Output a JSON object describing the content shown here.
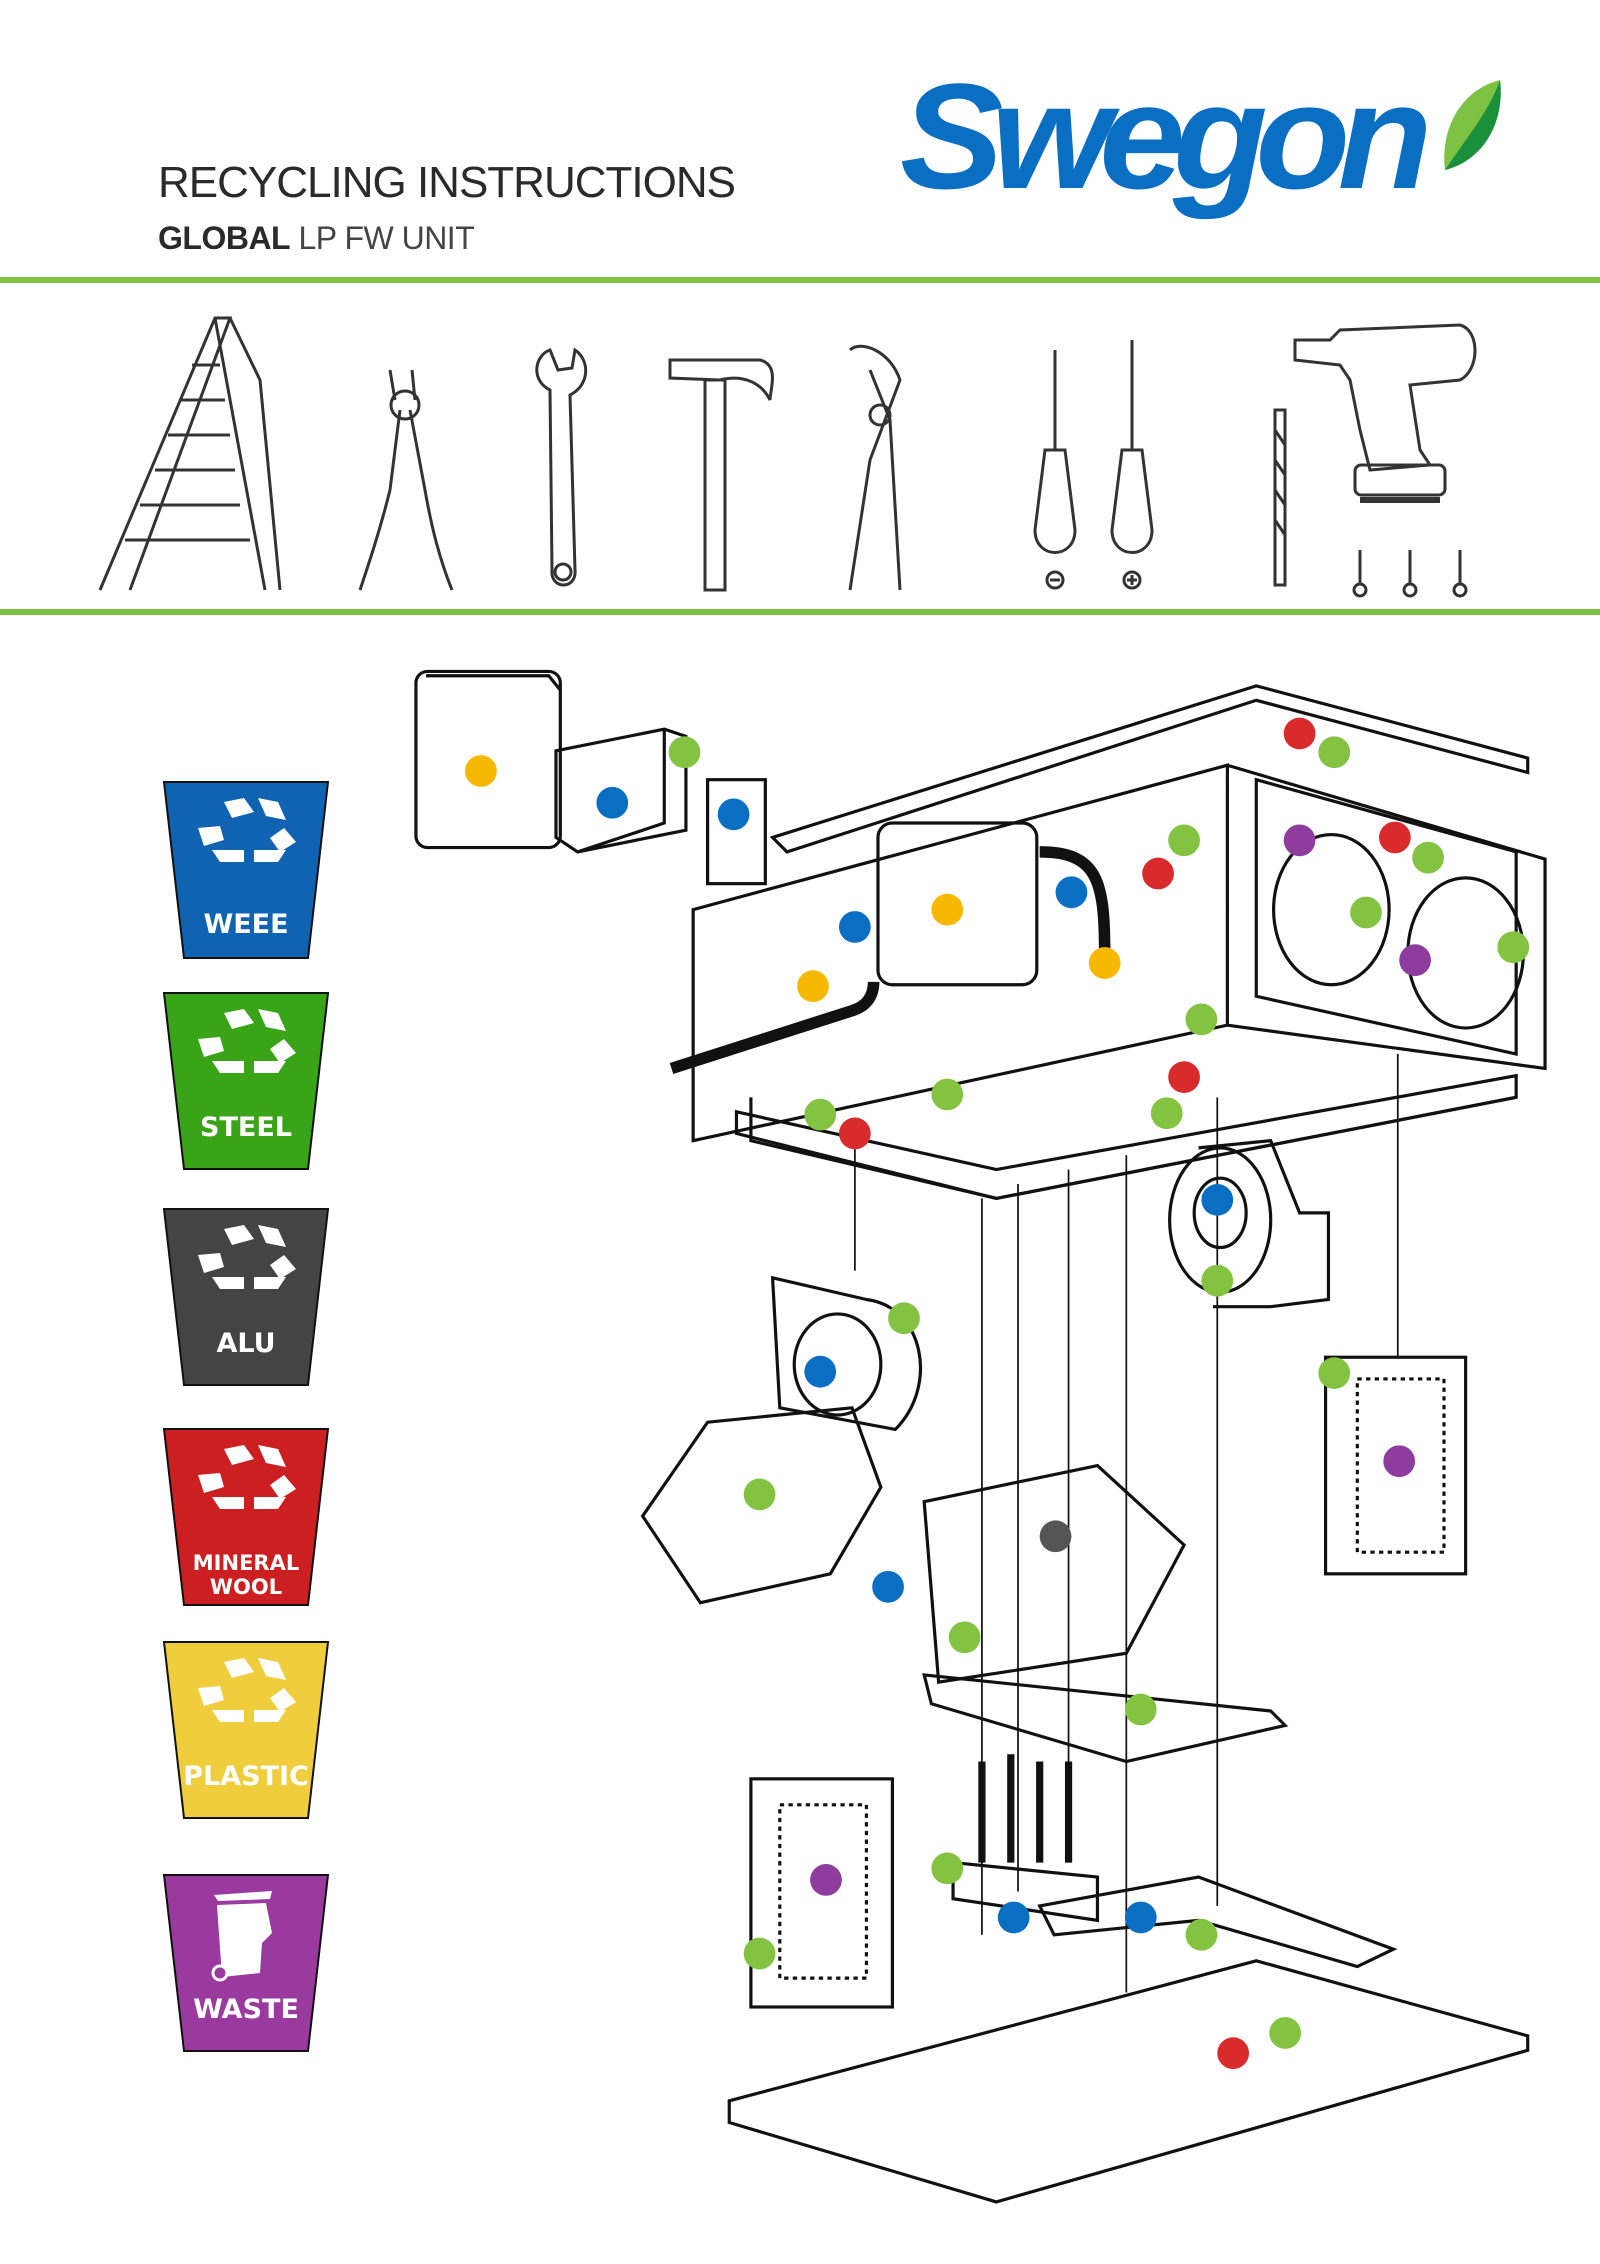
{
  "header": {
    "title": "RECYCLING INSTRUCTIONS",
    "subtitle_bold": "GLOBAL",
    "subtitle_rest": "LP FW UNIT",
    "logo_text": "Swegon"
  },
  "tools": [
    "ladder-icon",
    "cutting-pliers-icon",
    "adjustable-wrench-icon",
    "hammer-icon",
    "water-pump-pliers-icon",
    "flat-screwdriver-icon",
    "phillips-screwdriver-icon",
    "drill-bit-icon",
    "cordless-drill-icon"
  ],
  "legend": [
    {
      "label": "WEEE",
      "color": "#0f63b0"
    },
    {
      "label": "STEEL",
      "color": "#3aa418"
    },
    {
      "label": "ALU",
      "color": "#444444"
    },
    {
      "label_line1": "MINERAL",
      "label_line2": "WOOL",
      "color": "#cc1f22"
    },
    {
      "label": "PLASTIC",
      "color": "#f0cd3c"
    },
    {
      "label": "WASTE",
      "color": "#9b3a9e"
    }
  ],
  "brand": {
    "blue": "#0a6fc2",
    "green": "#7dc242"
  }
}
